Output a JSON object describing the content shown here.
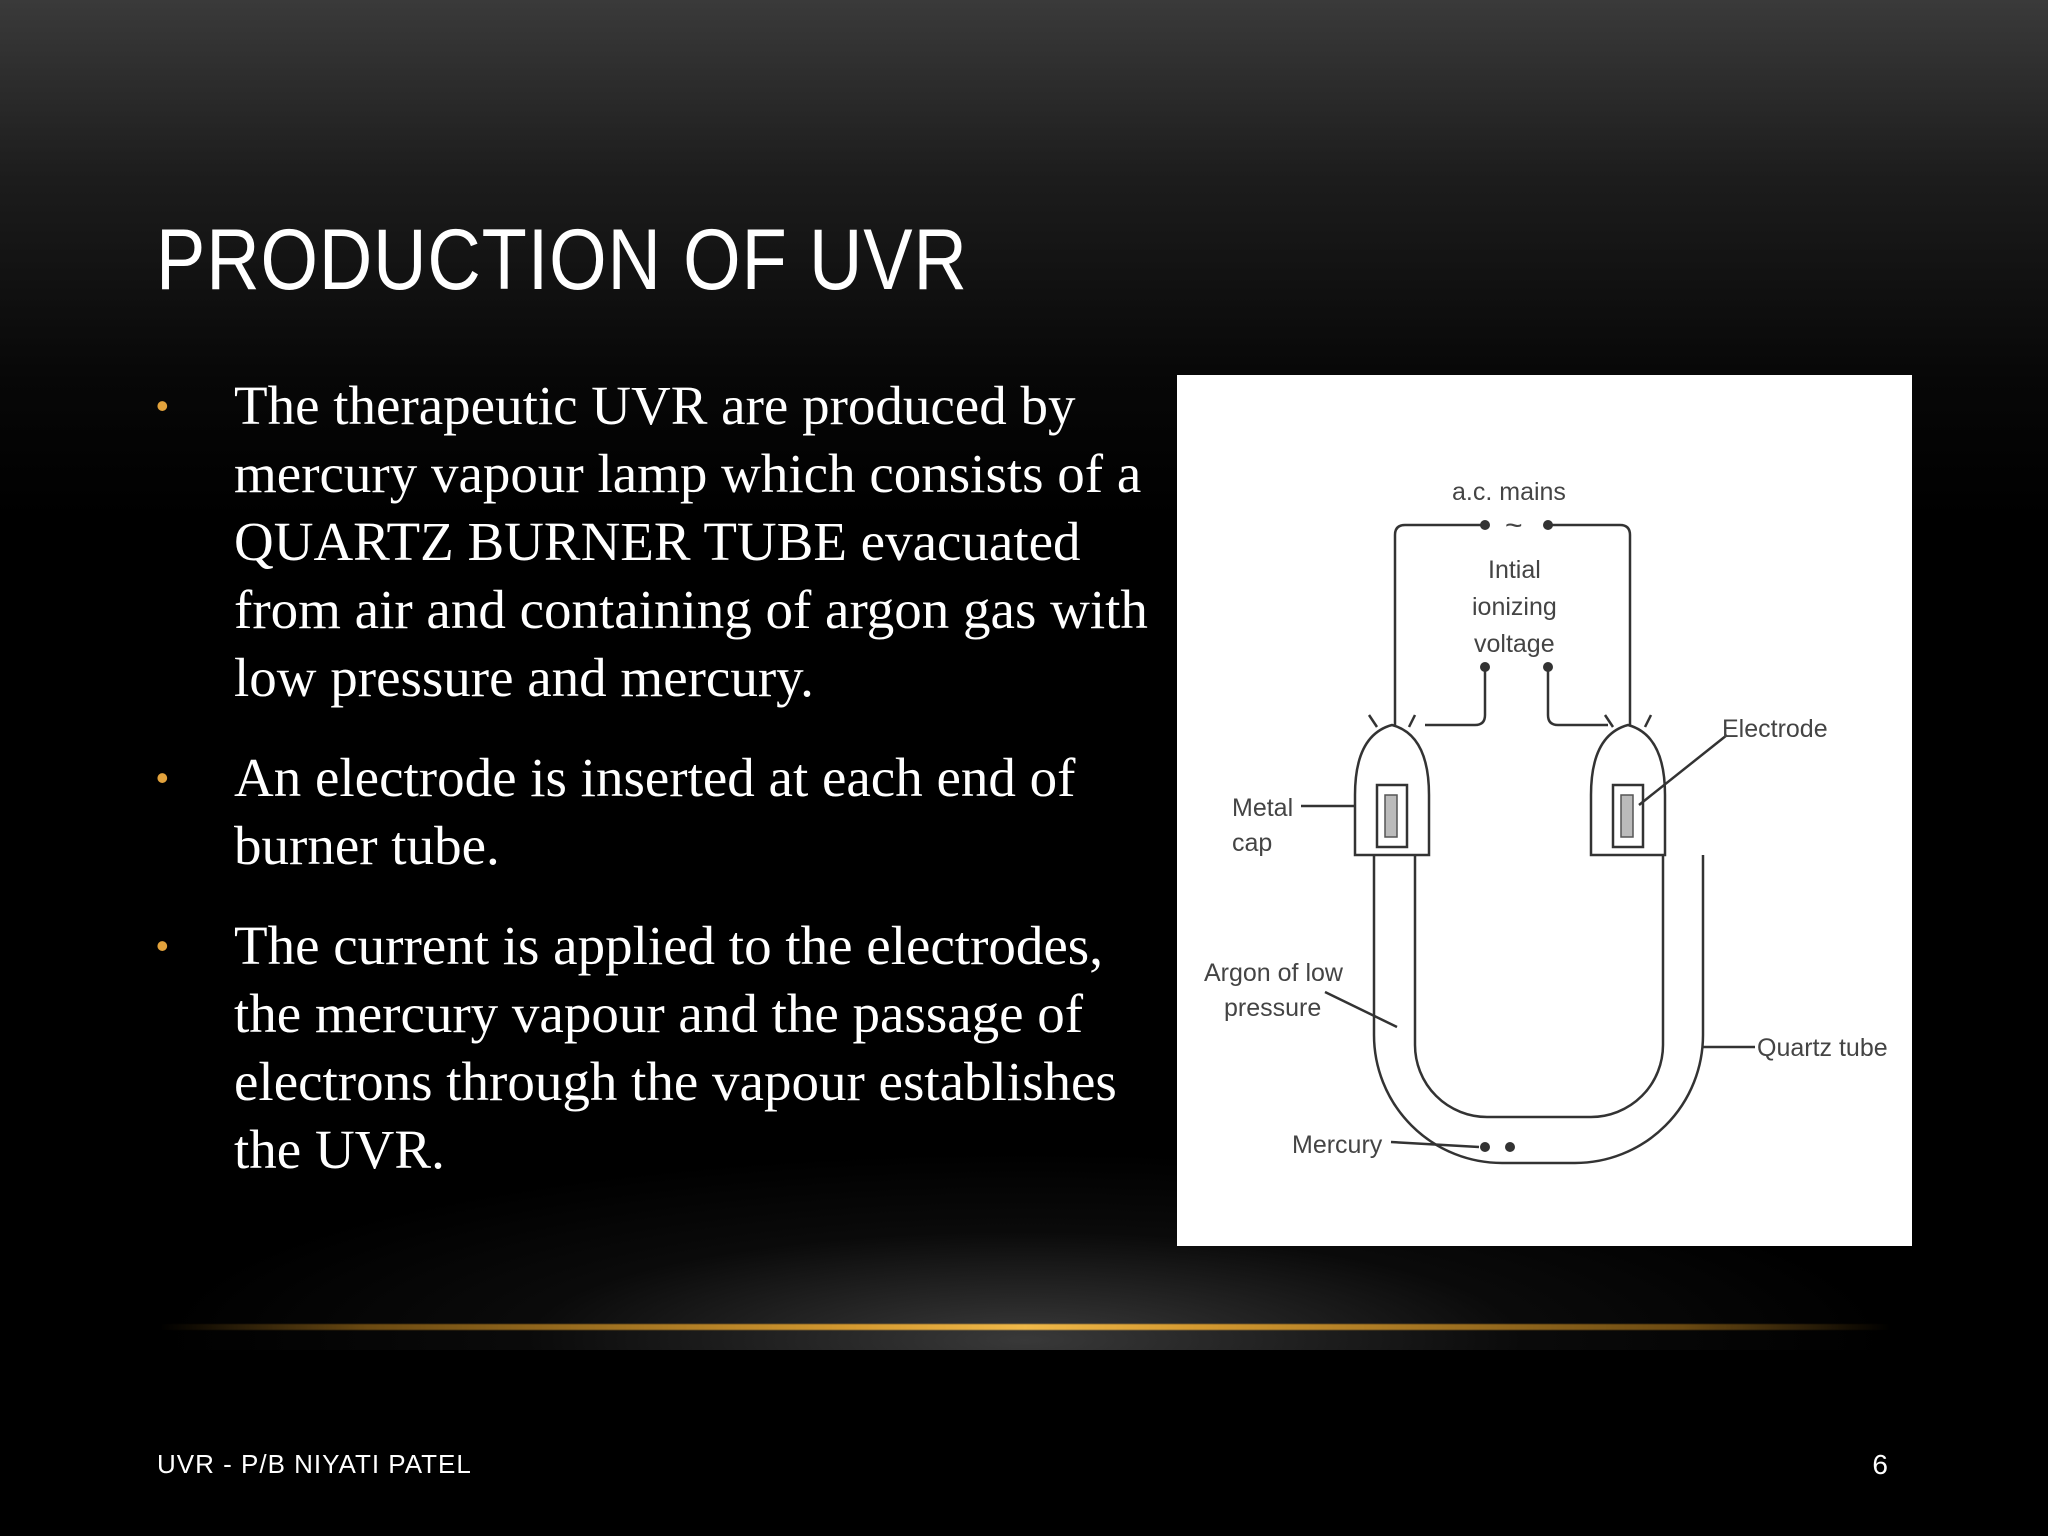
{
  "slide": {
    "title": "PRODUCTION OF UVR",
    "bullet_marker": "•",
    "bullets": [
      "The therapeutic UVR are produced by mercury vapour lamp which consists of a QUARTZ BURNER TUBE evacuated from air and containing of argon gas with low pressure and mercury.",
      "An electrode is inserted at each end of burner tube.",
      "The current is applied to the electrodes, the mercury vapour and the passage of electrons through the vapour establishes the UVR."
    ],
    "footer": "UVR - P/B NIYATI PATEL",
    "page_number": "6"
  },
  "diagram": {
    "labels": {
      "ac_mains": "a.c. mains",
      "tilde": "~",
      "voltage_line1": "Intial",
      "voltage_line2": "ionizing",
      "voltage_line3": "voltage",
      "electrode": "Electrode",
      "metal_cap_line1": "Metal",
      "metal_cap_line2": "cap",
      "argon_line1": "Argon of low",
      "argon_line2": "pressure",
      "quartz_tube": "Quartz tube",
      "mercury": "Mercury"
    }
  },
  "colors": {
    "bullet_accent": "#e2a23c",
    "gold_line": "#f0b949",
    "text": "#ffffff",
    "diagram_bg": "#ffffff",
    "diagram_stroke": "#333333"
  }
}
